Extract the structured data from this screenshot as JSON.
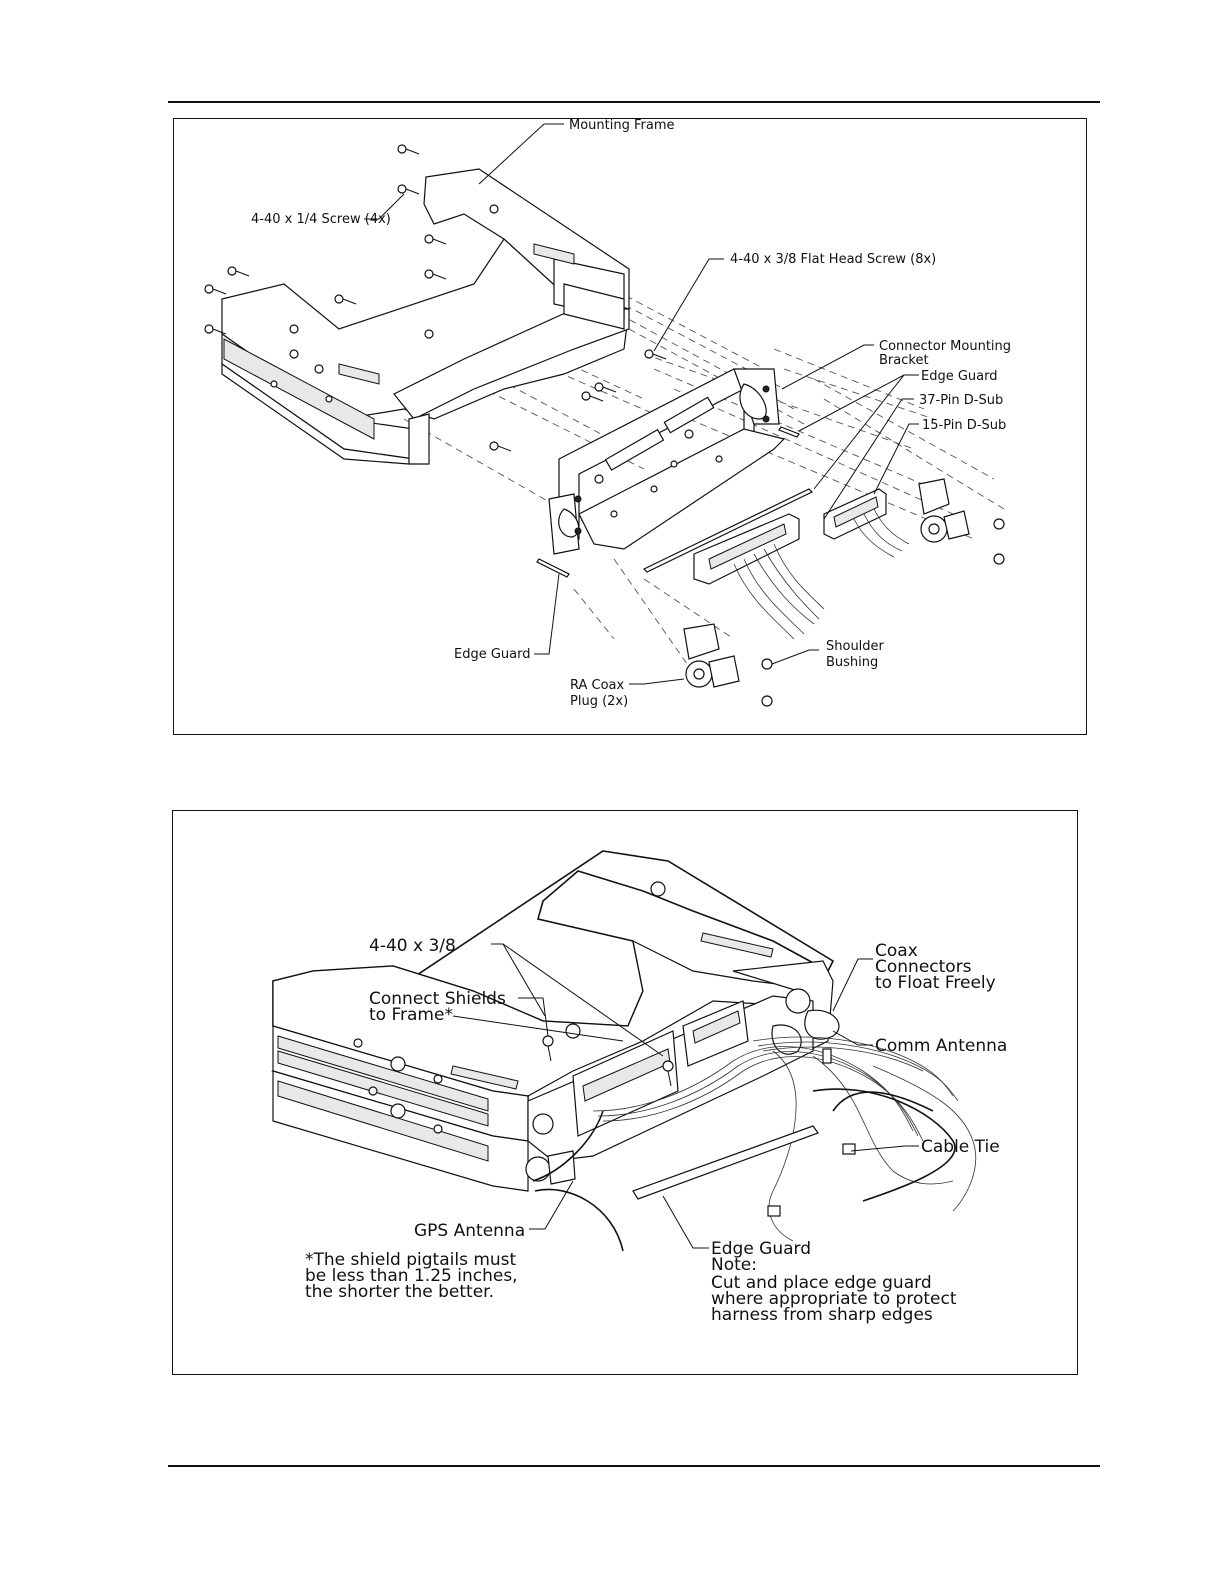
{
  "figure1": {
    "labels": {
      "mounting_frame": "Mounting Frame",
      "screw_14": "4-40 x 1/4 Screw (4x)",
      "flat_head_screw": "4-40 x 3/8 Flat Head Screw (8x)",
      "connector_bracket_1": "Connector Mounting",
      "connector_bracket_2": "Bracket",
      "edge_guard_top": "Edge Guard",
      "dsub37": "37-Pin D-Sub",
      "dsub15": "15-Pin D-Sub",
      "edge_guard_bottom": "Edge Guard",
      "shoulder_1": "Shoulder",
      "shoulder_2": "Bushing",
      "coax_1": "RA Coax",
      "coax_2": "Plug (2x)"
    }
  },
  "figure2": {
    "labels": {
      "screw_38": "4-40 x 3/8",
      "connect_shields_1": "Connect Shields",
      "connect_shields_2": "to Frame*",
      "coax_float_1": "Coax",
      "coax_float_2": "Connectors",
      "coax_float_3": "to Float Freely",
      "comm_antenna": "Comm Antenna",
      "cable_tie": "Cable Tie",
      "gps_antenna": "GPS Antenna",
      "shield_note_1": "*The shield pigtails must",
      "shield_note_2": "be less than 1.25 inches,",
      "shield_note_3": "the shorter the better.",
      "edge_guard": "Edge Guard",
      "note_title": "Note:",
      "note_1": "Cut and place edge guard",
      "note_2": "where appropriate to protect",
      "note_3": "harness from sharp edges"
    }
  }
}
